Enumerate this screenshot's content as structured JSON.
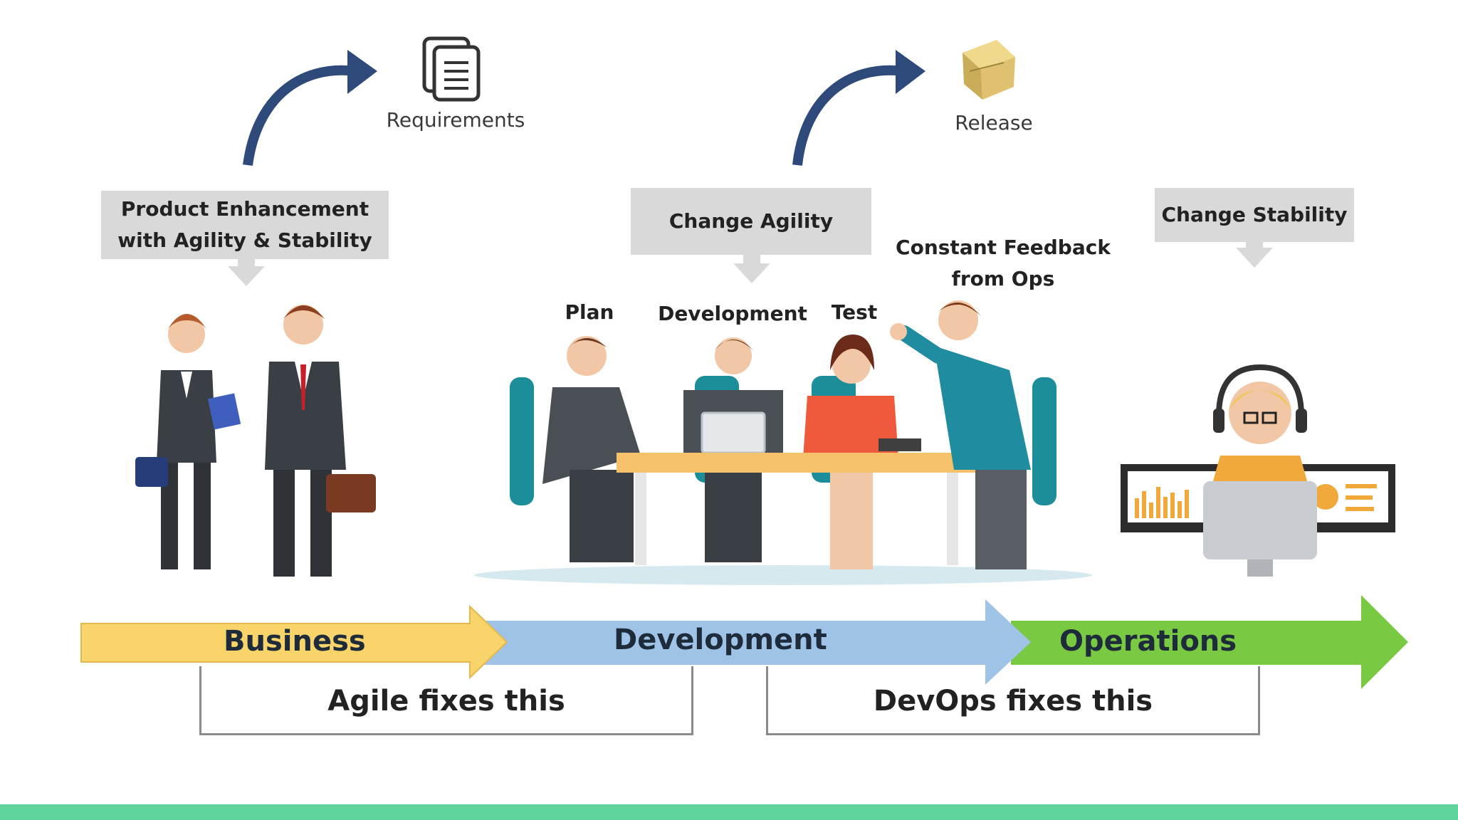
{
  "flow": {
    "requirements_label": "Requirements",
    "release_label": "Release"
  },
  "callouts": {
    "product": "Product Enhancement\nwith Agility & Stability",
    "agility": "Change Agility",
    "stability": "Change Stability"
  },
  "team": {
    "plan": "Plan",
    "development": "Development",
    "test": "Test",
    "feedback": "Constant Feedback\nfrom Ops"
  },
  "stages": [
    "Business",
    "Development",
    "Operations"
  ],
  "brackets": {
    "agile": "Agile fixes this",
    "devops": "DevOps fixes this"
  },
  "colors": {
    "business": "#f9d46b",
    "development": "#9fc3e6",
    "operations": "#7ac943",
    "curve_arrow": "#2d4a7a",
    "callout": "#d9d9d9",
    "footer": "#5fd39b",
    "chair": "#1b8e9a"
  },
  "icons": {
    "requirements": "documents-icon",
    "release": "package-icon"
  }
}
